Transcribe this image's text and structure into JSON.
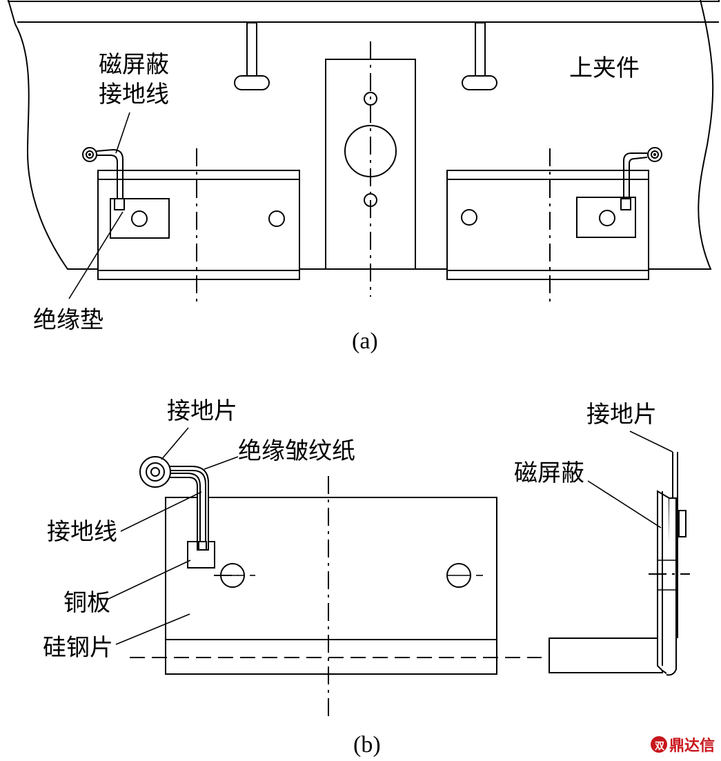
{
  "figure_a": {
    "labels": {
      "shield_ground_wire_line1": "磁屏蔽",
      "shield_ground_wire_line2": "接地线",
      "upper_clamp": "上夹件",
      "insulation_pad": "绝缘垫"
    },
    "caption": "(a)"
  },
  "figure_b": {
    "labels": {
      "ground_strip_left": "接地片",
      "insulating_crepe_paper": "绝缘皱纹纸",
      "ground_wire": "接地线",
      "copper_plate": "铜板",
      "silicon_steel_sheet": "硅钢片",
      "ground_strip_right": "接地片",
      "magnetic_shield": "磁屏蔽"
    },
    "caption": "(b)"
  },
  "watermark": {
    "text": "鼎达信",
    "color": "#c8161d"
  }
}
